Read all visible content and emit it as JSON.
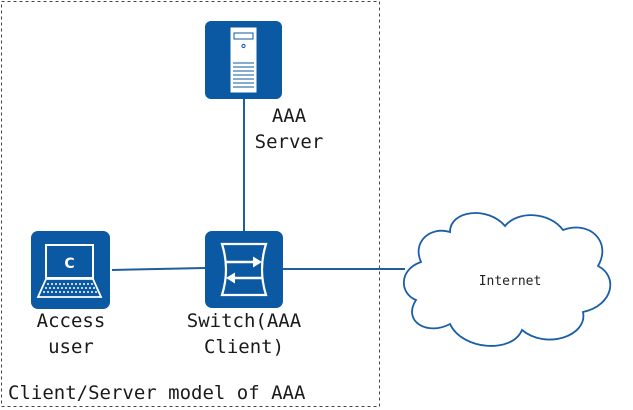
{
  "diagram": {
    "caption": "Client/Server model of AAA",
    "server_label_line1": "AAA",
    "server_label_line2": "Server",
    "switch_label_line1": "Switch(AAA",
    "switch_label_line2": "Client)",
    "user_label_line1": "Access",
    "user_label_line2": "user",
    "internet_label": "Internet",
    "laptop_badge": "C"
  },
  "colors": {
    "device_blue": "#0b58a3",
    "link_blue": "#1f5f99",
    "cloud_stroke": "#1a5ea8",
    "frame_dash": "#444444"
  },
  "icons": {
    "server": "server-icon",
    "switch": "switch-icon",
    "laptop": "laptop-icon",
    "cloud": "cloud-icon"
  }
}
